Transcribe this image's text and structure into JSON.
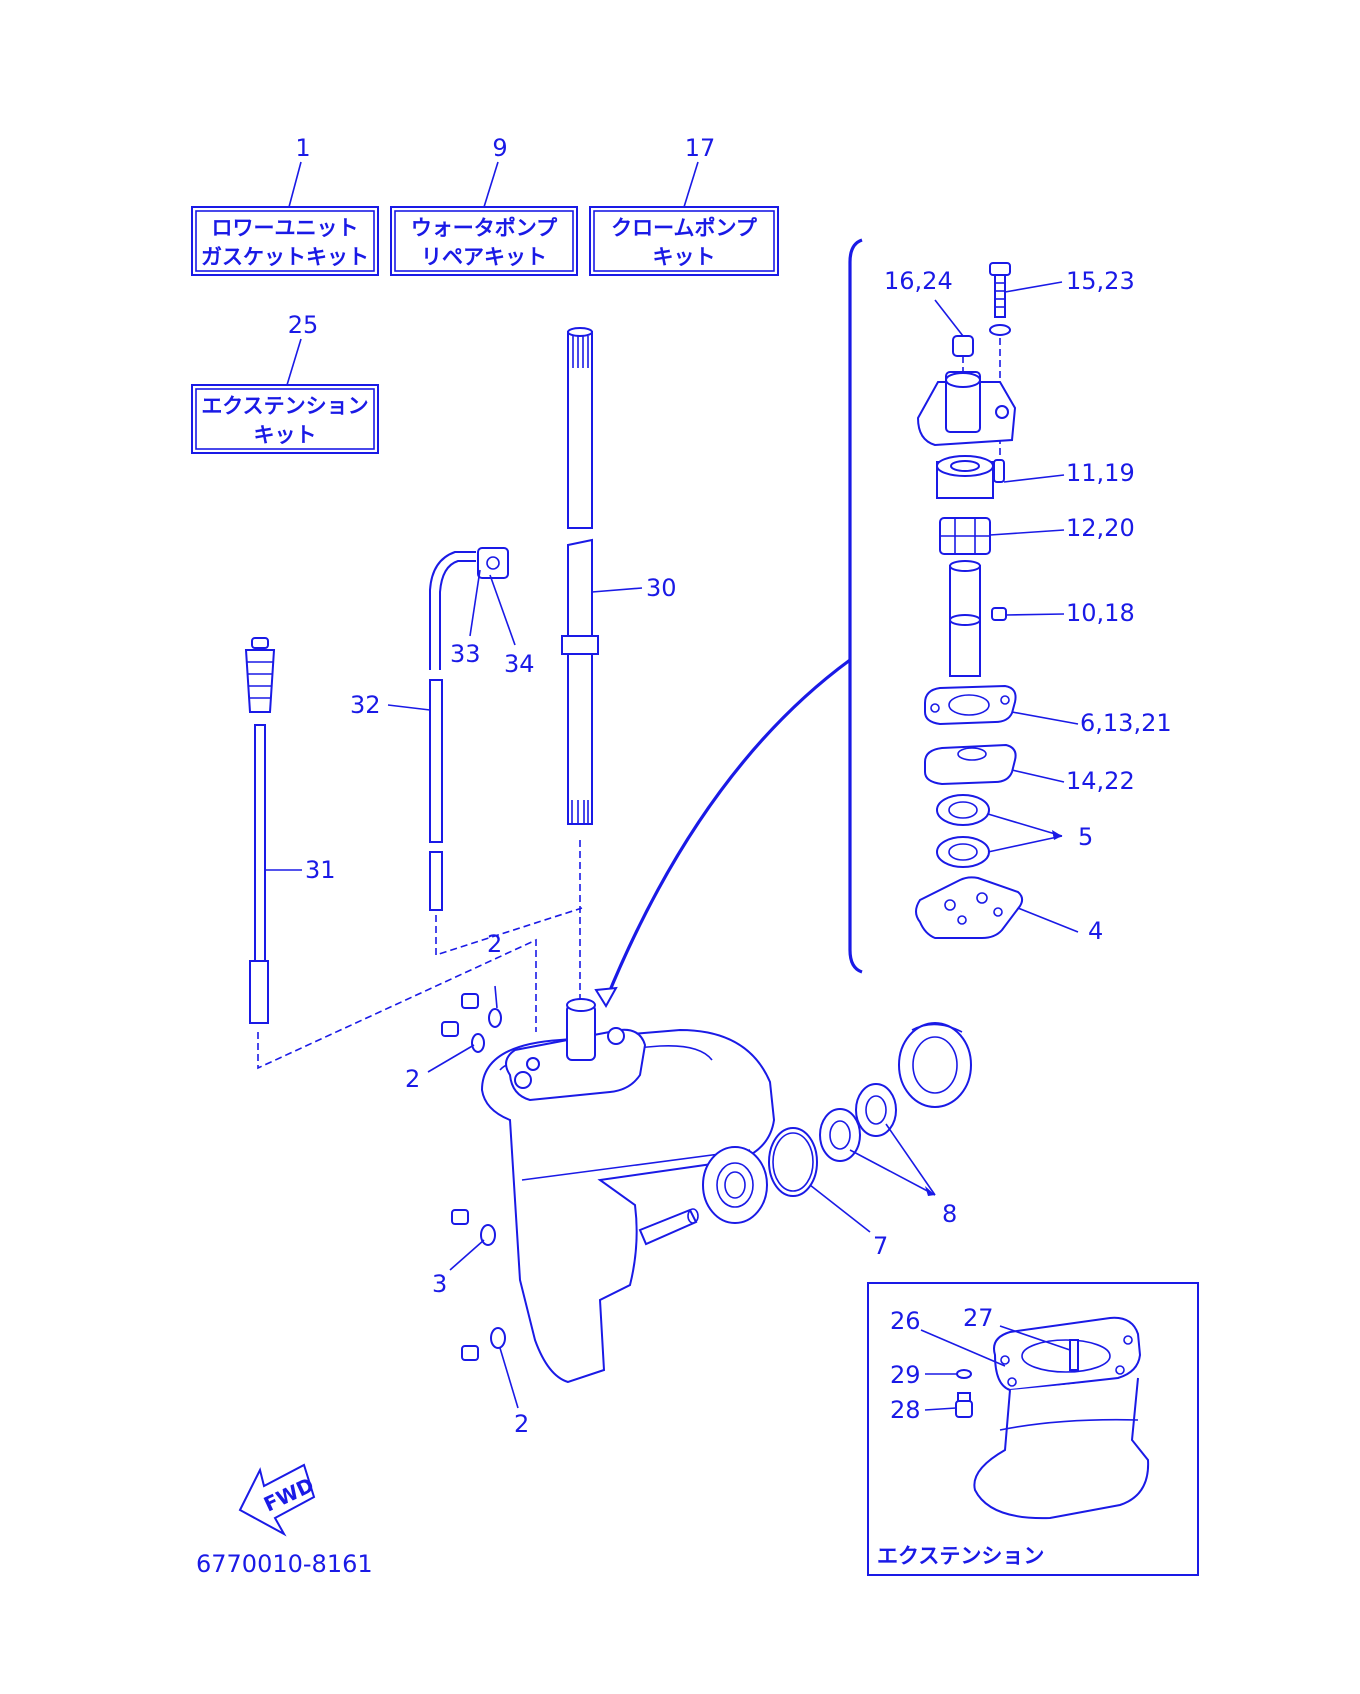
{
  "kits": [
    {
      "number": "1",
      "line1": "ロワーユニット",
      "line2": "ガスケットキット"
    },
    {
      "number": "9",
      "line1": "ウォータポンプ",
      "line2": "リペアキット"
    },
    {
      "number": "17",
      "line1": "クロームポンプ",
      "line2": "キット"
    },
    {
      "number": "25",
      "line1": "エクステンション",
      "line2": "キット"
    }
  ],
  "callouts": {
    "p16_24": "16,24",
    "p15_23": "15,23",
    "p11_19": "11,19",
    "p12_20": "12,20",
    "p10_18": "10,18",
    "p6_13_21": "6,13,21",
    "p14_22": "14,22",
    "p5": "5",
    "p4": "4",
    "p30": "30",
    "p33": "33",
    "p34": "34",
    "p32": "32",
    "p31": "31",
    "p2a": "2",
    "p2b": "2",
    "p2c": "2",
    "p3": "3",
    "p7": "7",
    "p8": "8",
    "p26": "26",
    "p27": "27",
    "p29": "29",
    "p28": "28"
  },
  "fwd_label": "FWD",
  "part_code": "6770010-8161",
  "extension_caption": "エクステンション"
}
